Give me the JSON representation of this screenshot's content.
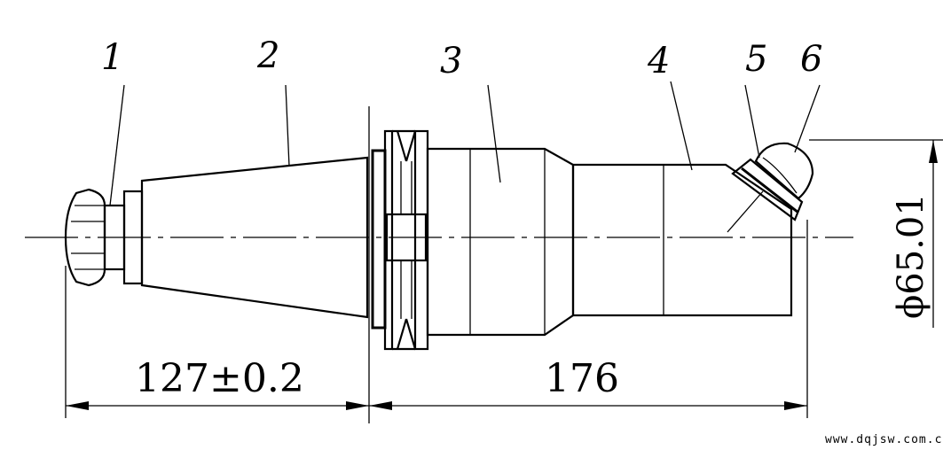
{
  "part_labels": [
    "1",
    "2",
    "3",
    "4",
    "5",
    "6"
  ],
  "dimensions": {
    "left_length": "127±0.2",
    "right_length": "176",
    "diameter": "ϕ65.01"
  },
  "watermark": "www.dqjsw.com.cn"
}
